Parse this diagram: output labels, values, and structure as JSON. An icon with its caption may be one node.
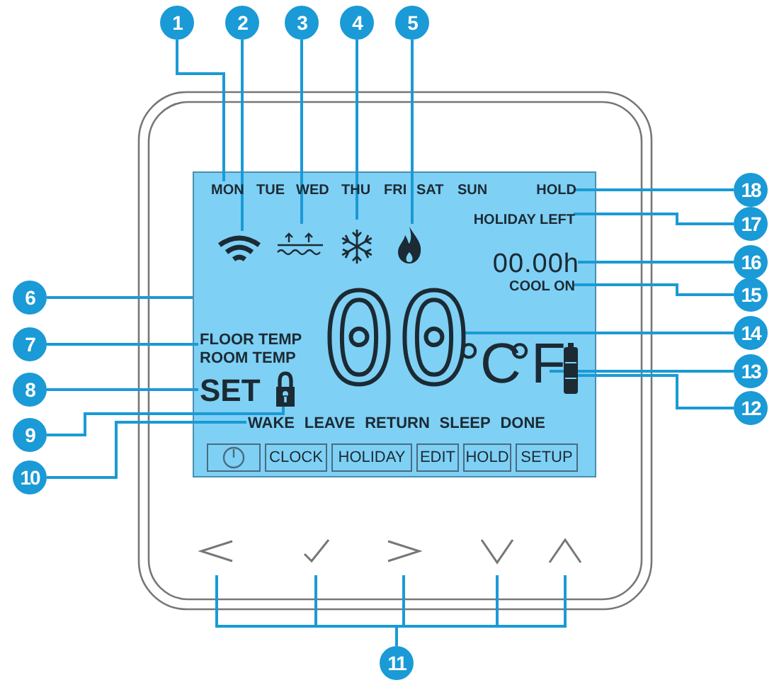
{
  "diagram": {
    "nodes": [
      {
        "text": [
          "1"
        ]
      },
      {
        "text": [
          "2"
        ]
      },
      {
        "text": [
          "3"
        ]
      },
      {
        "text": [
          "4"
        ]
      },
      {
        "text": [
          "5"
        ]
      },
      {
        "text": [
          "18"
        ]
      },
      {
        "text": [
          "17"
        ]
      },
      {
        "text": [
          "16"
        ]
      },
      {
        "text": [
          "15"
        ]
      },
      {
        "text": [
          "14"
        ]
      },
      {
        "text": [
          "13"
        ]
      },
      {
        "text": [
          "12"
        ]
      },
      {
        "text": [
          "6"
        ]
      },
      {
        "text": [
          "7"
        ]
      },
      {
        "text": [
          "8"
        ]
      },
      {
        "text": [
          "9"
        ]
      },
      {
        "text": [
          "10"
        ]
      },
      {
        "text": [
          "11"
        ]
      },
      {
        "text": [],
        "shape": "box"
      },
      {
        "text": [
          "MON"
        ],
        "in": 18
      },
      {
        "text": [],
        "shape": "icon",
        "in": 18
      },
      {
        "text": [],
        "shape": "icon",
        "in": 18
      },
      {
        "text": [],
        "shape": "icon",
        "in": 18
      },
      {
        "text": [],
        "shape": "icon",
        "in": 18
      },
      {
        "text": [
          "HOLD"
        ],
        "in": 18
      },
      {
        "text": [
          "HOLIDAY LEFT"
        ],
        "in": 18
      },
      {
        "text": [
          "00.00h"
        ],
        "in": 18
      },
      {
        "text": [
          "COOL ON"
        ],
        "in": 18
      },
      {
        "text": [
          "00"
        ],
        "in": 18
      },
      {
        "text": [
          "°F"
        ],
        "in": 18
      },
      {
        "text": [],
        "shape": "icon",
        "in": 18
      },
      {
        "text": [
          "FLOOR TEMP",
          "ROOM TEMP"
        ],
        "in": 18
      },
      {
        "text": [
          "SET"
        ],
        "in": 18
      },
      {
        "text": [],
        "shape": "padlock",
        "in": 18
      },
      {
        "text": [
          "WAKE",
          "LEAVE",
          "RETURN",
          "SLEEP",
          "DONE"
        ],
        "in": 18
      },
      {
        "text": [],
        "shape": "icon"
      },
      {
        "text": [],
        "shape": "icon"
      },
      {
        "text": [],
        "shape": "icon"
      },
      {
        "text": [],
        "shape": "icon"
      },
      {
        "text": [],
        "shape": "icon"
      }
    ],
    "edges": [
      {
        "from": 0,
        "to": 19,
        "arrow": "none"
      },
      {
        "from": 1,
        "to": 20,
        "arrow": "none"
      },
      {
        "from": 2,
        "to": 21,
        "arrow": "none"
      },
      {
        "from": 3,
        "to": 22,
        "arrow": "none"
      },
      {
        "from": 4,
        "to": 23,
        "arrow": "none"
      },
      {
        "from": 5,
        "to": 24,
        "arrow": "none"
      },
      {
        "from": 6,
        "to": 25,
        "arrow": "none"
      },
      {
        "from": 7,
        "to": 26,
        "arrow": "none"
      },
      {
        "from": 8,
        "to": 27,
        "arrow": "none"
      },
      {
        "from": 9,
        "to": 28,
        "arrow": "none"
      },
      {
        "from": 10,
        "to": 29,
        "arrow": "none"
      },
      {
        "from": 11,
        "to": 30,
        "arrow": "none"
      },
      {
        "from": 12,
        "to": 18,
        "arrow": "none"
      },
      {
        "from": 13,
        "to": 31,
        "arrow": "none"
      },
      {
        "from": 14,
        "to": 32,
        "arrow": "none"
      },
      {
        "from": 15,
        "to": 33,
        "arrow": "none"
      },
      {
        "from": 16,
        "to": 34,
        "arrow": "none"
      },
      {
        "from": 17,
        "to": 35,
        "arrow": "none"
      },
      {
        "from": 17,
        "to": 36,
        "arrow": "none"
      },
      {
        "from": 17,
        "to": 37,
        "arrow": "none"
      },
      {
        "from": 17,
        "to": 38,
        "arrow": "none"
      },
      {
        "from": 17,
        "to": 39,
        "arrow": "none"
      }
    ],
    "labels": [
      "TUE",
      "WED",
      "THU",
      "FRI",
      "SAT",
      "SUN",
      "°C",
      "CLOCK",
      "HOLIDAY",
      "EDIT",
      "HOLD",
      "SETUP"
    ]
  }
}
